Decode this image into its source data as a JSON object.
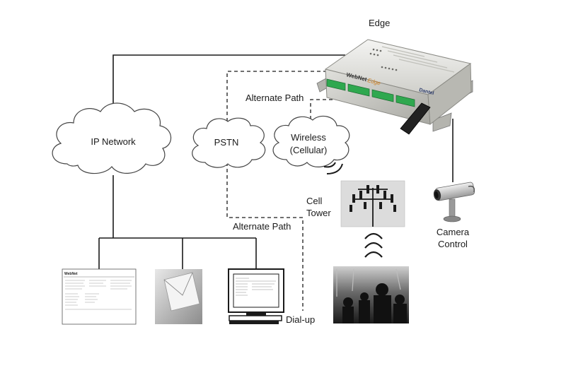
{
  "labels": {
    "edge": "Edge",
    "alternate_path_top": "Alternate Path",
    "alternate_path_bottom": "Alternate Path",
    "ip_network": "IP Network",
    "pstn": "PSTN",
    "wireless_line1": "Wireless",
    "wireless_line2": "(Cellular)",
    "cell_tower_line1": "Cell",
    "cell_tower_line2": "Tower",
    "camera_line1": "Camera",
    "camera_line2": "Control",
    "dialup": "Dial-up"
  },
  "device": {
    "brand": "WebNet",
    "brand_suffix": "Edge",
    "maker": "Dantel"
  },
  "report": {
    "logo": "WebNet"
  },
  "colors": {
    "line": "#1a1a1a",
    "device_body": "#e4e4e0",
    "device_shadow": "#9a9a94",
    "terminal_green": "#2fa84f",
    "cloud_stroke": "#444444"
  }
}
